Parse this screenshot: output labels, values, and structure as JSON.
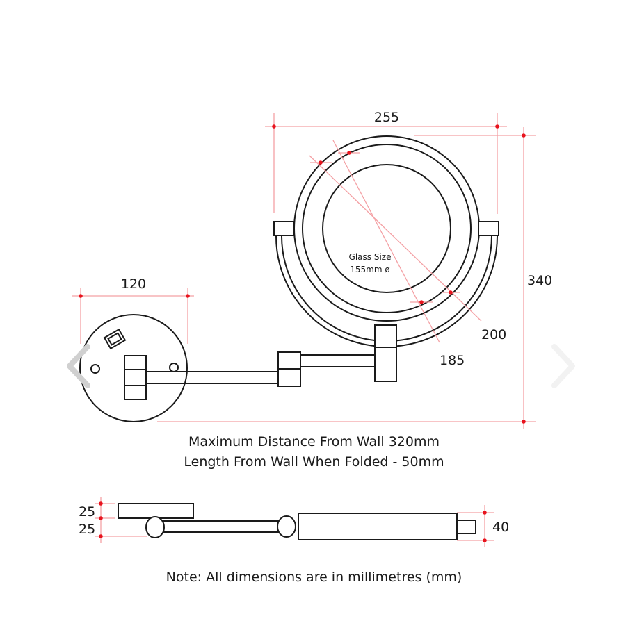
{
  "diagram": {
    "title": "Wall mounted magnifying mirror technical drawing",
    "colors": {
      "outline": "#1a1a1a",
      "dimension_line": "#f4a0a4",
      "dimension_point": "#e8141e",
      "nav_left": "#d0d0d0",
      "nav_right": "#f2f2f2"
    },
    "front_view": {
      "dimensions": {
        "mirror_width": "255",
        "total_height": "340",
        "outer_ring_diameter": "200",
        "inner_ring_diameter": "185",
        "wall_plate_diameter": "120"
      },
      "glass_label": "Glass Size",
      "glass_size": "155mm ø"
    },
    "captions": {
      "max_distance": "Maximum Distance From Wall 320mm",
      "folded_length": "Length From Wall When Folded - 50mm"
    },
    "top_view": {
      "dimensions": {
        "plate_thickness": "25",
        "arm_offset": "25",
        "mirror_depth": "40"
      }
    },
    "note": "Note: All dimensions are in millimetres (mm)"
  },
  "navigation": {
    "prev_icon": "chevron-left-icon",
    "next_icon": "chevron-right-icon"
  }
}
